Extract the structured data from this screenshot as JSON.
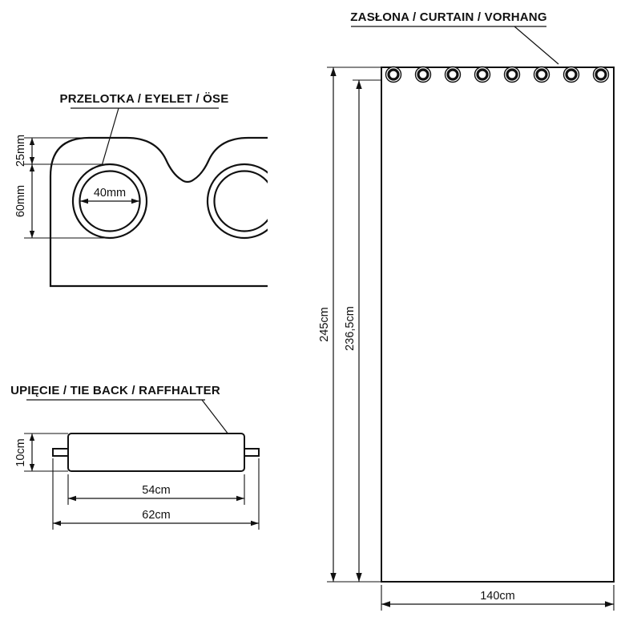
{
  "title_labels": {
    "curtain": "ZASŁONA / CURTAIN / VORHANG",
    "eyelet": "PRZELOTKA / EYELET / ÖSE",
    "tie_back": "UPIĘCIE / TIE BACK / RAFFHALTER"
  },
  "dimensions": {
    "eyelet_offset_top": "25mm",
    "eyelet_outer_diameter": "60mm",
    "eyelet_inner_diameter": "40mm",
    "curtain_total_height": "245cm",
    "curtain_fabric_height": "236,5cm",
    "curtain_width": "140cm",
    "tie_back_height": "10cm",
    "tie_back_inner_width": "54cm",
    "tie_back_outer_width": "62cm"
  },
  "counts": {
    "eyelets_visible_on_curtain": 8
  },
  "colors": {
    "line": "#111111",
    "background": "#ffffff"
  }
}
